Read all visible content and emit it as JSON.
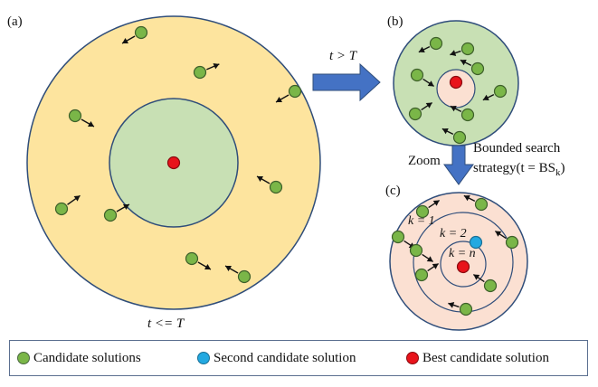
{
  "panels": {
    "a": {
      "label": "(a)",
      "caption": "t <= T"
    },
    "b": {
      "label": "(b)"
    },
    "c": {
      "label": "(c)",
      "rings": [
        "k = 1",
        "k = 2",
        "k = n"
      ]
    }
  },
  "arrows": {
    "transition": "t > T",
    "zoom": "Zoom",
    "strategy_line1": "Bounded search",
    "strategy_line2": "strategy(t = BS",
    "strategy_sub": "k",
    "strategy_end": ")"
  },
  "legend": {
    "candidate": {
      "label": "Candidate solutions",
      "color": "#7ab648"
    },
    "second": {
      "label": "Second candidate solution",
      "color": "#23a9e1"
    },
    "best": {
      "label": "Best candidate solution",
      "color": "#e8131b"
    }
  },
  "colors": {
    "outer_region": "#fde49e",
    "inner_region": "#c8e0b4",
    "zoom_region": "#fbe0d2",
    "outline": "#2f4d7a",
    "arrow_fill": "#4472c4",
    "candidate": "#7ab648",
    "candidate_stroke": "#3d5f2a",
    "best": "#e8131b",
    "second": "#23a9e1"
  }
}
